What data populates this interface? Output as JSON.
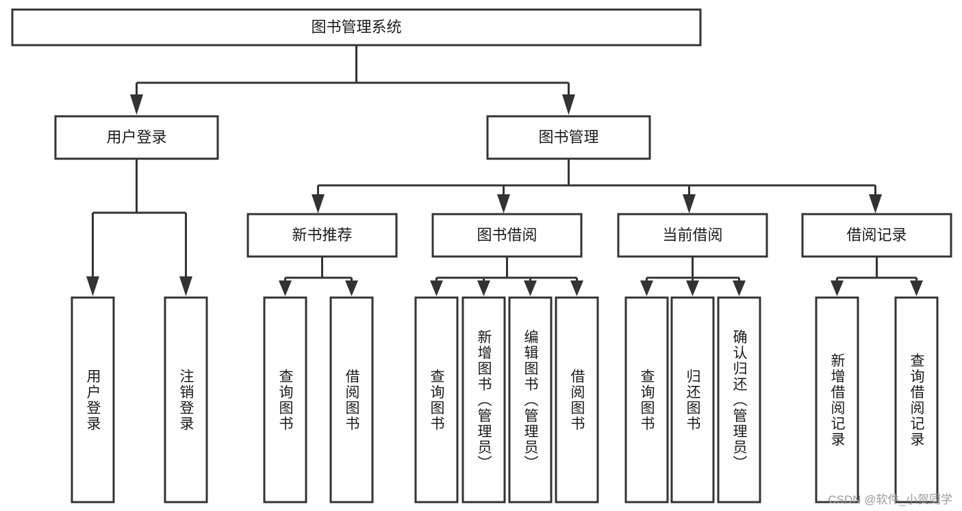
{
  "diagram": {
    "type": "tree-hierarchy-chart",
    "title": "图书管理系统",
    "orientation": "top-down",
    "colors": {
      "box_fill": "#ffffff",
      "box_stroke": "#333333",
      "text": "#1a1a1a",
      "background": "#ffffff",
      "watermark": "#9b9b9b"
    },
    "root": {
      "label": "图书管理系统",
      "level": 1
    },
    "level2": [
      {
        "label": "用户登录"
      },
      {
        "label": "图书管理"
      }
    ],
    "level3": [
      {
        "label": "新书推荐"
      },
      {
        "label": "图书借阅"
      },
      {
        "label": "当前借阅"
      },
      {
        "label": "借阅记录"
      }
    ],
    "leaves": {
      "user_login": [
        {
          "label": "用户登录"
        },
        {
          "label": "注销登录"
        }
      ],
      "new_book_recommend": [
        {
          "label": "查询图书"
        },
        {
          "label": "借阅图书"
        }
      ],
      "book_borrow": [
        {
          "label": "查询图书"
        },
        {
          "label": "新增图书（管理员）"
        },
        {
          "label": "编辑图书（管理员）"
        },
        {
          "label": "借阅图书"
        }
      ],
      "current_borrow": [
        {
          "label": "查询图书"
        },
        {
          "label": "归还图书"
        },
        {
          "label": "确认归还（管理员）"
        }
      ],
      "borrow_record": [
        {
          "label": "新增借阅记录"
        },
        {
          "label": "查询借阅记录"
        }
      ]
    }
  },
  "watermark": {
    "text": "CSDN @软件_小贺同学"
  }
}
